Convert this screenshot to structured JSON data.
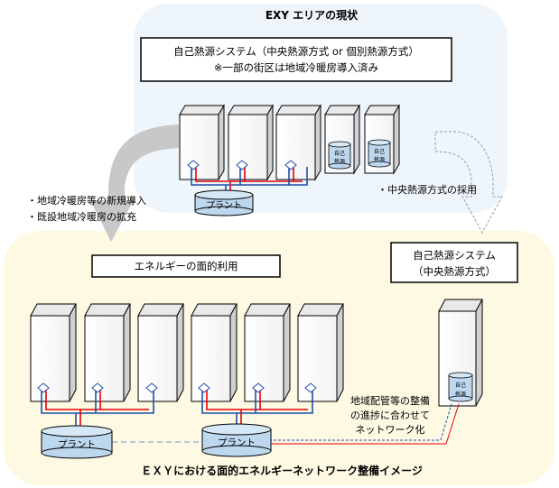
{
  "top_area": {
    "title": "EXY エリアの現状",
    "box_line1": "自己熱源システム（中央熱源方式 or 個別熱源方式）",
    "box_line2": "※一部の街区は地域冷暖房導入済み",
    "building_label_line1": "自己",
    "building_label_line2": "熱源",
    "plant_label": "プラント"
  },
  "left_annotation": {
    "line1": "・地域冷暖房等の新規導入",
    "line2": "・既設地域冷暖房の拡充"
  },
  "right_annotation": {
    "line1": "・中央熱源方式の採用"
  },
  "bottom_area": {
    "area_label": "エネルギーの面的利用",
    "right_box_line1": "自己熱源システム",
    "right_box_line2": "（中央熱源方式）",
    "plant1_label": "プラント",
    "plant2_label": "プラント",
    "building_label_line1": "自己",
    "building_label_line2": "熱源",
    "note_line1": "地域配管等の整備",
    "note_line2": "の進捗に合わせて",
    "note_line3": "ネットワーク化",
    "caption": "ＥＸＹにおける面的エネルギーネットワーク整備イメージ"
  },
  "colors": {
    "top_area_fill": "#eef6fc",
    "bottom_area_fill": "#fdf9e3",
    "title_blue": "#1f5fa8",
    "caption_red": "#e8000b",
    "pipe_red": "#e8000b",
    "pipe_blue": "#1f4fa8",
    "plant_fill": "#bcd7ee",
    "arrow_grey": "#c8c8c8"
  }
}
